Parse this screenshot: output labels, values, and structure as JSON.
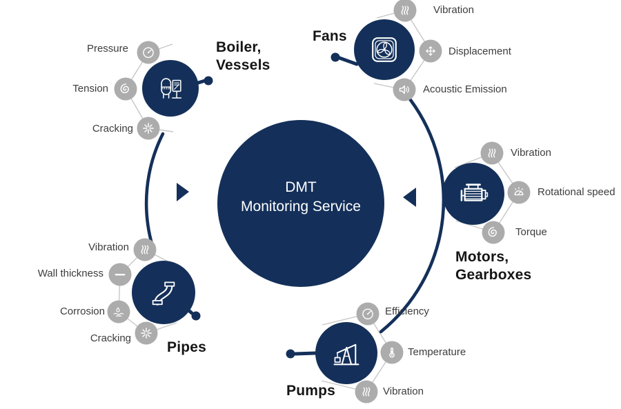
{
  "center": {
    "line1": "DMT",
    "line2": "Monitoring Service"
  },
  "colors": {
    "navy": "#14305A",
    "bubble_gray": "#ACACAC",
    "connector_gray": "#C6C6C6",
    "label_text": "#3C3C3C",
    "title_text": "#151515",
    "icon_white": "#FFFFFF",
    "background": "#FFFFFF"
  },
  "nodes": [
    {
      "id": "boiler",
      "title": "Boiler,\nVessels",
      "icon": "boiler-vessel-icon",
      "metrics": [
        {
          "label": "Pressure",
          "icon": "pressure-gauge-icon"
        },
        {
          "label": "Tension",
          "icon": "tension-spiral-icon"
        },
        {
          "label": "Cracking",
          "icon": "cracking-star-icon"
        }
      ]
    },
    {
      "id": "fans",
      "title": "Fans",
      "icon": "fan-icon",
      "metrics": [
        {
          "label": "Vibration",
          "icon": "vibration-waves-icon"
        },
        {
          "label": "Displacement",
          "icon": "displacement-arrows-icon"
        },
        {
          "label": "Acoustic Emission",
          "icon": "acoustic-speaker-icon"
        }
      ]
    },
    {
      "id": "motors",
      "title": "Motors,\nGearboxes",
      "icon": "motor-icon",
      "metrics": [
        {
          "label": "Vibration",
          "icon": "vibration-waves-icon"
        },
        {
          "label": "Rotational speed",
          "icon": "rotational-speed-icon"
        },
        {
          "label": "Torque",
          "icon": "tension-spiral-icon"
        }
      ]
    },
    {
      "id": "pumps",
      "title": "Pumps",
      "icon": "pump-jack-icon",
      "metrics": [
        {
          "label": "Efficiency",
          "icon": "pressure-gauge-icon"
        },
        {
          "label": "Temperature",
          "icon": "thermometer-icon"
        },
        {
          "label": "Vibration",
          "icon": "vibration-waves-icon"
        }
      ]
    },
    {
      "id": "pipes",
      "title": "Pipes",
      "icon": "pipe-icon",
      "metrics": [
        {
          "label": "Vibration",
          "icon": "vibration-waves-icon"
        },
        {
          "label": "Wall thickness",
          "icon": "wall-thickness-icon"
        },
        {
          "label": "Corrosion",
          "icon": "corrosion-icon"
        },
        {
          "label": "Cracking",
          "icon": "cracking-star-icon"
        }
      ]
    }
  ]
}
